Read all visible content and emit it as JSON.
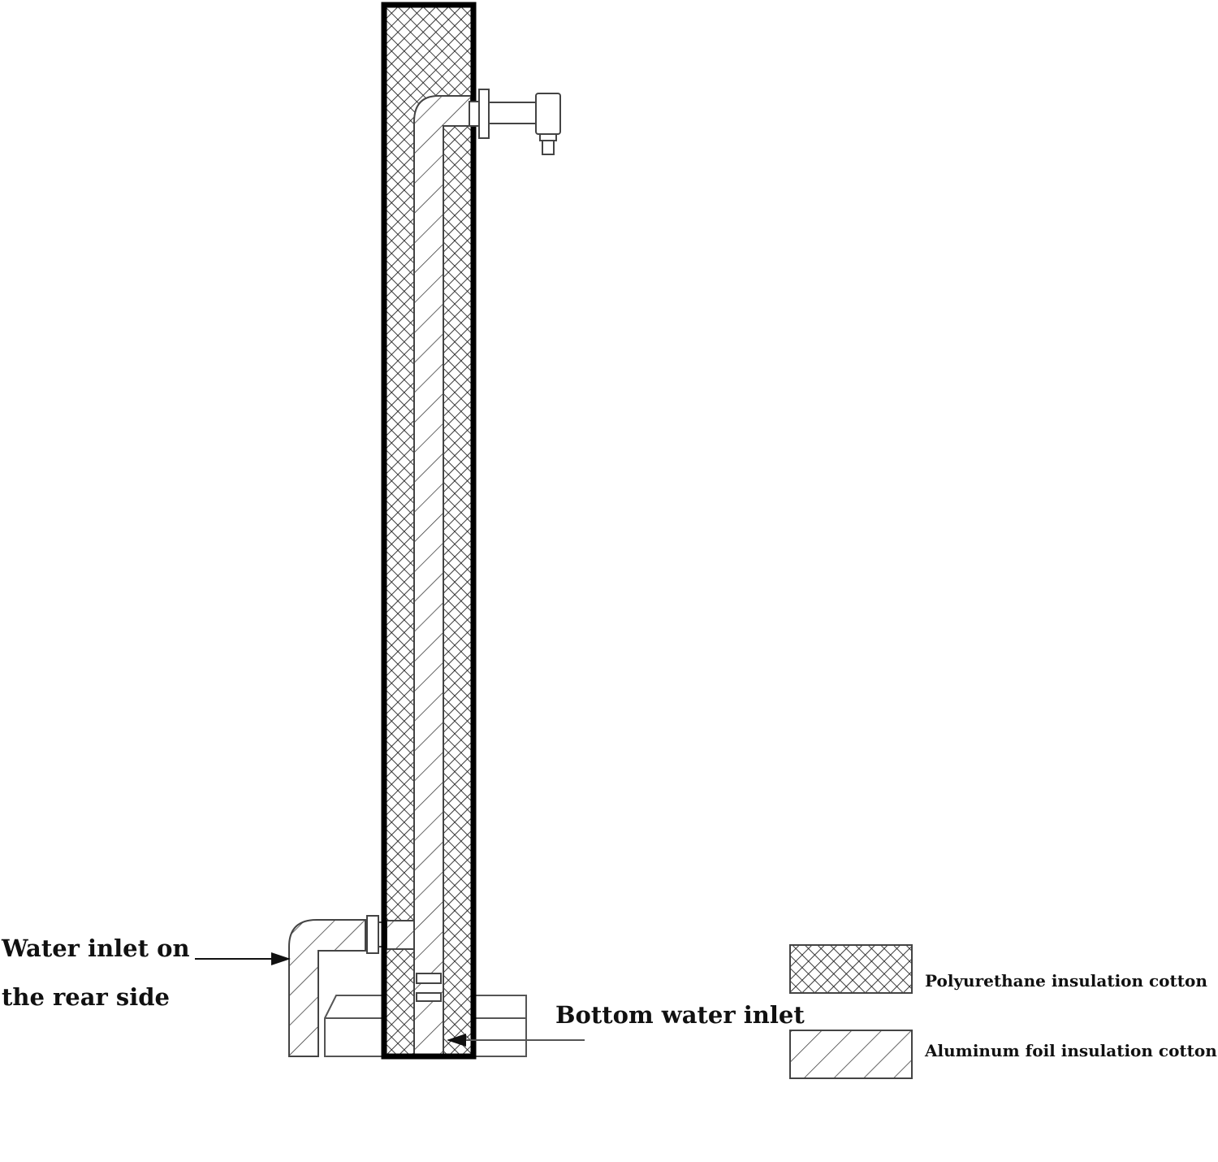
{
  "labels": {
    "rear_inlet_line1": "Water inlet on",
    "rear_inlet_line2": "the rear side",
    "bottom_inlet": "Bottom water inlet"
  },
  "legend": {
    "items": [
      {
        "pattern": "crosshatch",
        "label": "Polyurethane insulation cotton"
      },
      {
        "pattern": "diagonal-hatch",
        "label": "Aluminum foil insulation cotton"
      }
    ]
  },
  "colors": {
    "line": "#111111",
    "background": "#ffffff"
  }
}
